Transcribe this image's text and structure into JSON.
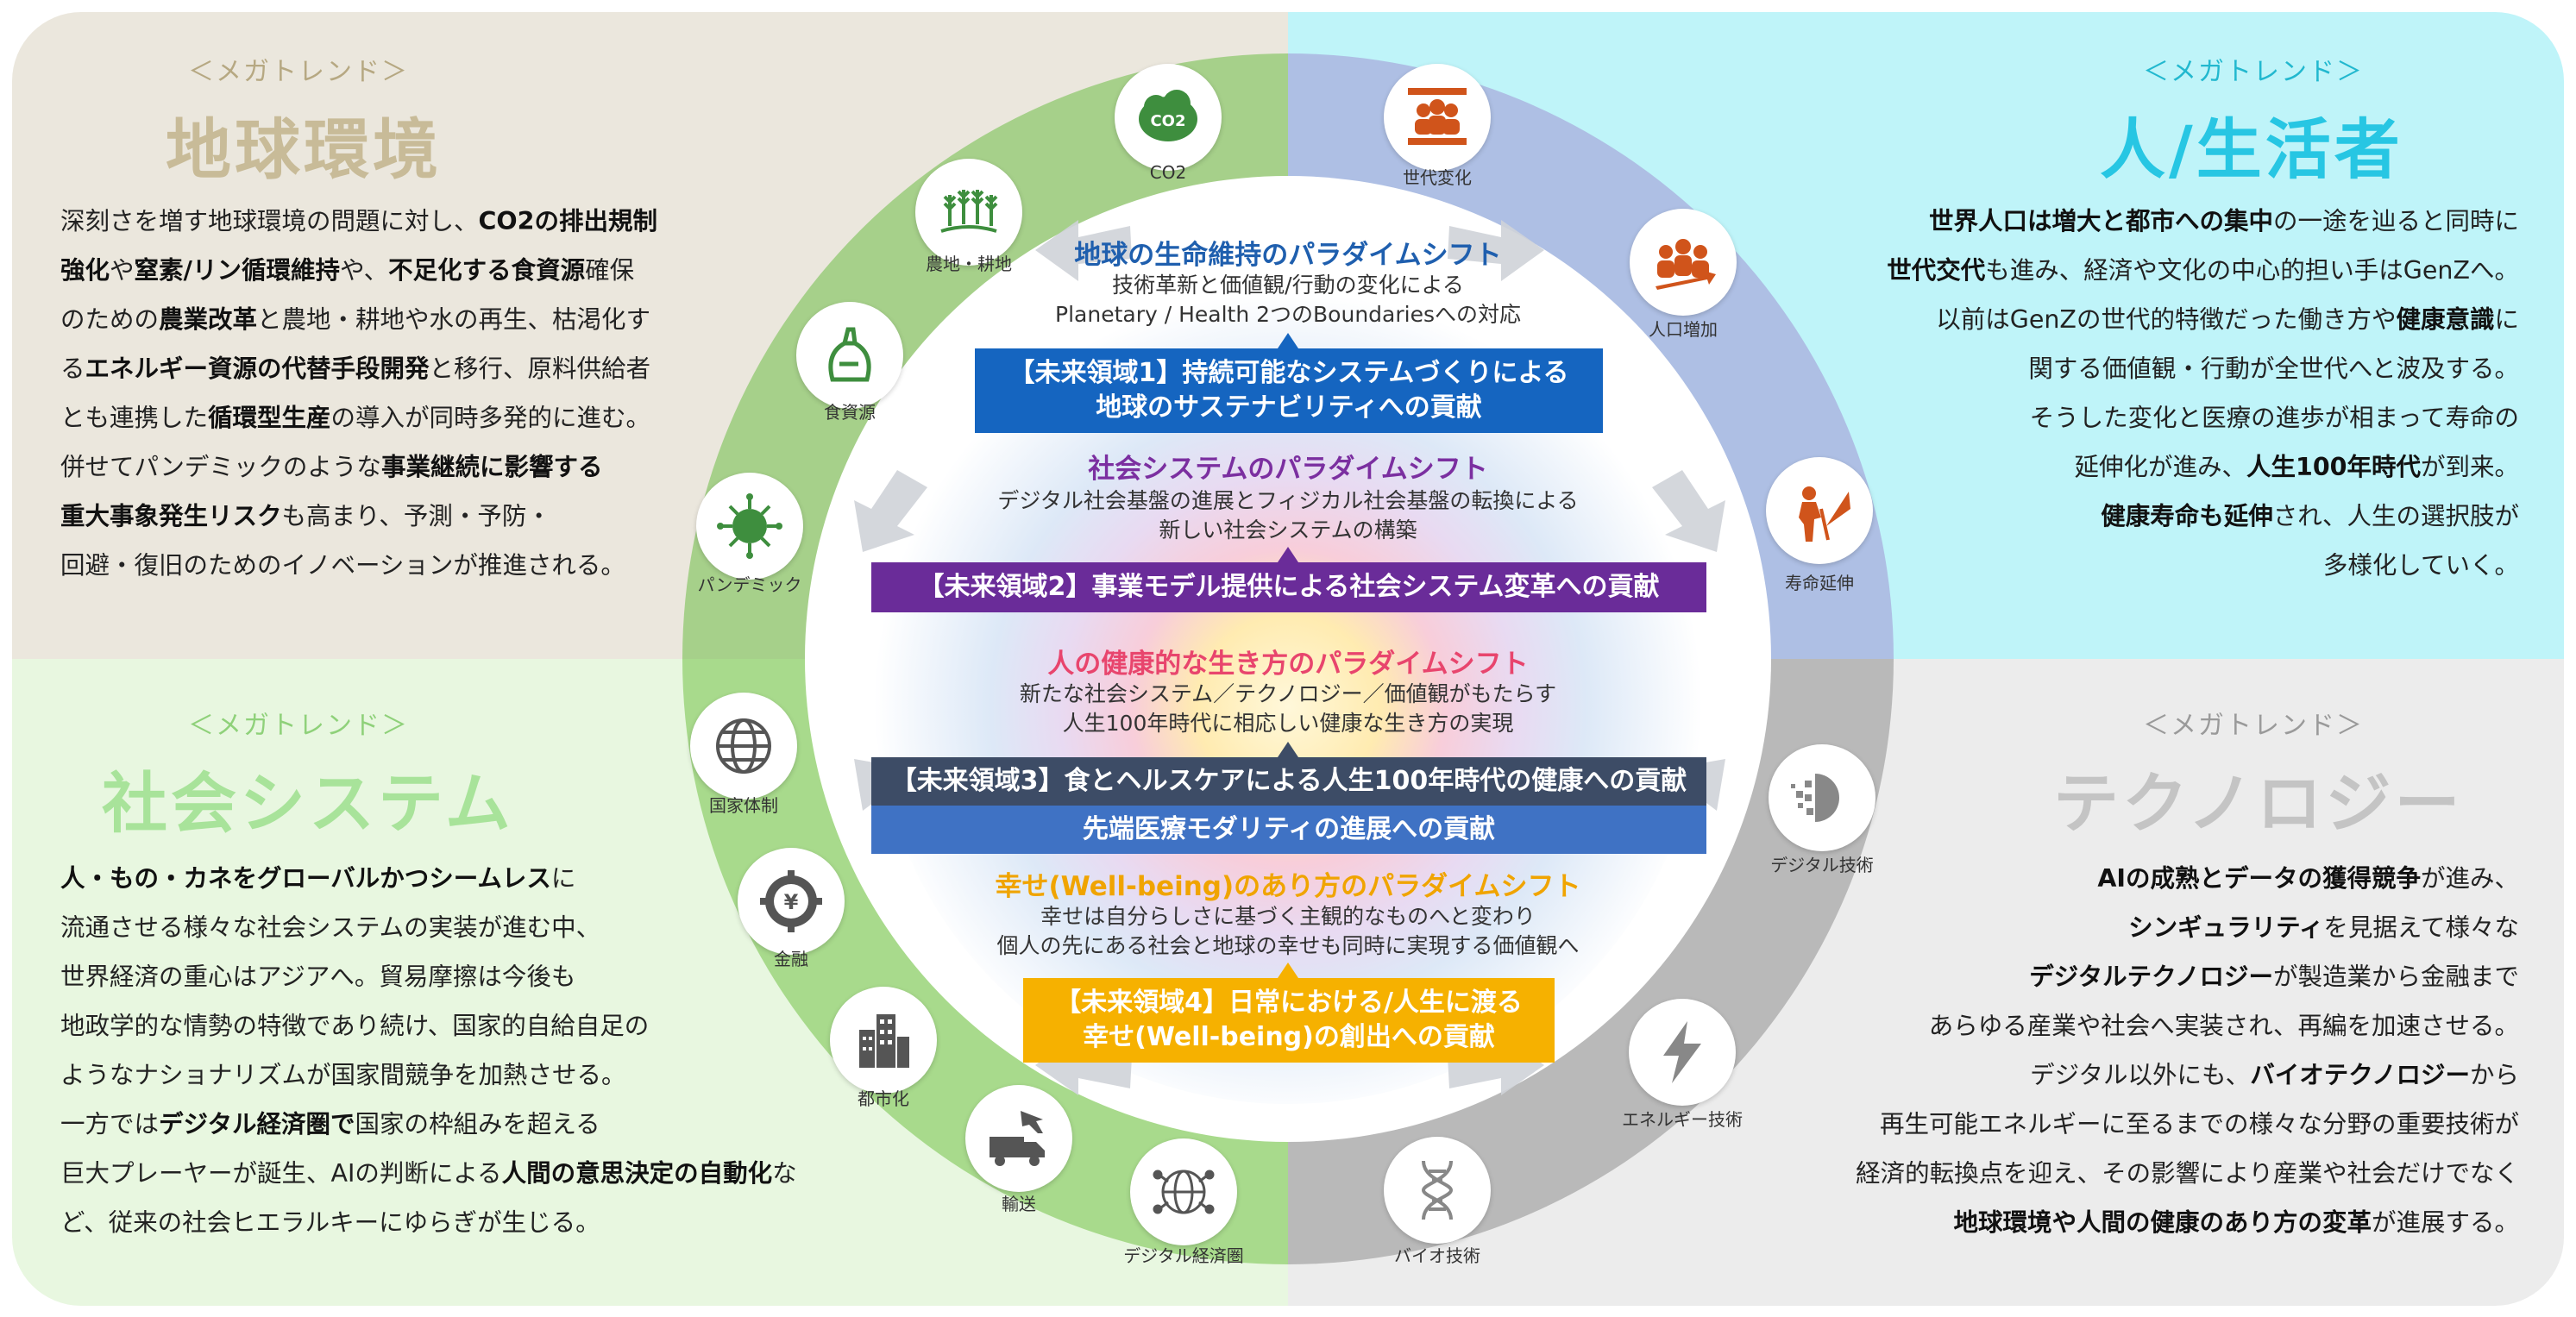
{
  "quadrants": {
    "earth": {
      "mega": "＜メガトレンド＞",
      "title": "地球環境",
      "lines": [
        [
          [
            "深刻さを増す地球環境の問題に対し、",
            false
          ],
          [
            "CO2の排出規制",
            true
          ]
        ],
        [
          [
            "強化",
            true
          ],
          [
            "や",
            false
          ],
          [
            "窒素/リン循環維持",
            true
          ],
          [
            "や、",
            false
          ],
          [
            "不足化する食資源",
            true
          ],
          [
            "確保",
            false
          ]
        ],
        [
          [
            "のための",
            false
          ],
          [
            "農業改革",
            true
          ],
          [
            "と農地・耕地や水の再生、枯渇化す",
            false
          ]
        ],
        [
          [
            "る",
            false
          ],
          [
            "エネルギー資源の代替手段開発",
            true
          ],
          [
            "と移行、原料供給者",
            false
          ]
        ],
        [
          [
            "とも連携した",
            false
          ],
          [
            "循環型生産",
            true
          ],
          [
            "の導入が同時多発的に進む。",
            false
          ]
        ],
        [
          [
            "併せてパンデミックのような",
            false
          ],
          [
            "事業継続に影響する",
            true
          ]
        ],
        [
          [
            "重大事象発生リスク",
            true
          ],
          [
            "も高まり、予測・予防・",
            false
          ]
        ],
        [
          [
            "回避・復旧のためのイノベーションが推進される。",
            false
          ]
        ]
      ]
    },
    "people": {
      "mega": "＜メガトレンド＞",
      "title": "人/生活者",
      "lines": [
        [
          [
            "世界人口は増大と都市への集中",
            true
          ],
          [
            "の一途を辿ると同時に",
            false
          ]
        ],
        [
          [
            "世代交代",
            true
          ],
          [
            "も進み、経済や文化の中心的担い手はGenZへ。",
            false
          ]
        ],
        [
          [
            "以前はGenZの世代的特徴だった働き方や",
            false
          ],
          [
            "健康意識",
            true
          ],
          [
            "に",
            false
          ]
        ],
        [
          [
            "関する価値観・行動が全世代へと波及する。",
            false
          ]
        ],
        [
          [
            "そうした変化と医療の進歩が相まって寿命の",
            false
          ]
        ],
        [
          [
            "延伸化が進み、",
            false
          ],
          [
            "人生100年時代",
            true
          ],
          [
            "が到来。",
            false
          ]
        ],
        [
          [
            "健康寿命も延伸",
            true
          ],
          [
            "され、人生の選択肢が",
            false
          ]
        ],
        [
          [
            "多様化していく。",
            false
          ]
        ]
      ]
    },
    "social": {
      "mega": "＜メガトレンド＞",
      "title": "社会システム",
      "lines": [
        [
          [
            "人・もの・カネをグローバルかつシームレス",
            true
          ],
          [
            "に",
            false
          ]
        ],
        [
          [
            "流通させる様々な社会システムの実装が進む中、",
            false
          ]
        ],
        [
          [
            "世界経済の重心はアジアへ。貿易摩擦は今後も",
            false
          ]
        ],
        [
          [
            "地政学的な情勢の特徴であり続け、国家的自給自足の",
            false
          ]
        ],
        [
          [
            "ようなナショナリズムが国家間競争を加熱させる。",
            false
          ]
        ],
        [
          [
            "一方では",
            false
          ],
          [
            "デジタル経済圏で",
            true
          ],
          [
            "国家の枠組みを超える",
            false
          ]
        ],
        [
          [
            "巨大プレーヤーが誕生、AIの判断による",
            false
          ],
          [
            "人間の意思決定の自動化",
            true
          ],
          [
            "な",
            false
          ]
        ],
        [
          [
            "ど、従来の社会ヒエラルキーにゆらぎが生じる。",
            false
          ]
        ]
      ]
    },
    "tech": {
      "mega": "＜メガトレンド＞",
      "title": "テクノロジー",
      "lines": [
        [
          [
            "AIの成熟とデータの獲得競争",
            true
          ],
          [
            "が進み、",
            false
          ]
        ],
        [
          [
            "シンギュラリティ",
            true
          ],
          [
            "を見据えて様々な",
            false
          ]
        ],
        [
          [
            "デジタルテクノロジー",
            true
          ],
          [
            "が製造業から金融まで",
            false
          ]
        ],
        [
          [
            "あらゆる産業や社会へ実装され、再編を加速させる。",
            false
          ]
        ],
        [
          [
            "デジタル以外にも、",
            false
          ],
          [
            "バイオテクノロジー",
            true
          ],
          [
            "から",
            false
          ]
        ],
        [
          [
            "再生可能エネルギーに至るまでの様々な分野の重要技術が",
            false
          ]
        ],
        [
          [
            "経済的転換点を迎え、その影響により産業や社会だけでなく",
            false
          ]
        ],
        [
          [
            "地球環境や人間の健康のあり方の変革",
            true
          ],
          [
            "が進展する。",
            false
          ]
        ]
      ]
    }
  },
  "icons": [
    {
      "name": "co2-icon",
      "label": "CO2",
      "glyph": "CO2",
      "color": "#3e8e3e"
    },
    {
      "name": "farmland-icon",
      "label": "農地・耕地",
      "glyph": "wheat",
      "color": "#3e8e3e"
    },
    {
      "name": "food-resource-icon",
      "label": "食資源",
      "glyph": "food",
      "color": "#3e8e3e"
    },
    {
      "name": "pandemic-icon",
      "label": "パンデミック",
      "glyph": "virus",
      "color": "#3e8e3e"
    },
    {
      "name": "generation-change-icon",
      "label": "世代変化",
      "glyph": "people",
      "color": "#d0541b"
    },
    {
      "name": "population-growth-icon",
      "label": "人口増加",
      "glyph": "crowd",
      "color": "#d0541b"
    },
    {
      "name": "longevity-icon",
      "label": "寿命延伸",
      "glyph": "elder",
      "color": "#d0541b"
    },
    {
      "name": "national-system-icon",
      "label": "国家体制",
      "glyph": "globe",
      "color": "#555"
    },
    {
      "name": "finance-icon",
      "label": "金融",
      "glyph": "yen",
      "color": "#555"
    },
    {
      "name": "urbanization-icon",
      "label": "都市化",
      "glyph": "city",
      "color": "#555"
    },
    {
      "name": "transport-icon",
      "label": "輸送",
      "glyph": "truck",
      "color": "#555"
    },
    {
      "name": "digital-economy-icon",
      "label": "デジタル経済圏",
      "glyph": "network",
      "color": "#555"
    },
    {
      "name": "digital-tech-icon",
      "label": "デジタル技術",
      "glyph": "pixel",
      "color": "#888"
    },
    {
      "name": "energy-tech-icon",
      "label": "エネルギー技術",
      "glyph": "bolt",
      "color": "#888"
    },
    {
      "name": "bio-tech-icon",
      "label": "バイオ技術",
      "glyph": "dna",
      "color": "#888"
    }
  ],
  "center": {
    "shift1": {
      "title": "地球の生命維持のパラダイムシフト",
      "sub1": "技術革新と価値観/行動の変化による",
      "sub2": "Planetary / Health 2つのBoundariesへの対応",
      "color": "#1f5fae"
    },
    "area1": {
      "line1": "【未来領域1】持続可能なシステムづくりによる",
      "line2": "地球のサステナビリティへの貢献",
      "color": "#1565c0"
    },
    "shift2": {
      "title": "社会システムのパラダイムシフト",
      "sub1": "デジタル社会基盤の進展とフィジカル社会基盤の転換による",
      "sub2": "新しい社会システムの構築",
      "color": "#7b2fa0"
    },
    "area2": {
      "line1": "【未来領域2】事業モデル提供による社会システム変革への貢献",
      "color": "#6a2c99"
    },
    "shift3": {
      "title": "人の健康的な生き方のパラダイムシフト",
      "sub1": "新たな社会システム／テクノロジー／価値観がもたらす",
      "sub2": "人生100年時代に相応しい健康な生き方の実現",
      "color": "#e8456d"
    },
    "area3": {
      "line1": "【未来領域3】食とヘルスケアによる人生100年時代の健康への貢献",
      "color": "#3d4c66"
    },
    "area3b": {
      "line1": "先端医療モダリティの進展への貢献",
      "color": "#3f72c4"
    },
    "shift4": {
      "title": "幸せ(Well-being)のあり方のパラダイムシフト",
      "sub1": "幸せは自分らしさに基づく主観的なものへと変わり",
      "sub2": "個人の先にある社会と地球の幸せも同時に実現する価値観へ",
      "color": "#f0a400"
    },
    "area4": {
      "line1": "【未来領域4】日常における/人生に渡る",
      "line2": "幸せ(Well-being)の創出への貢献",
      "color": "#f6b100"
    }
  }
}
